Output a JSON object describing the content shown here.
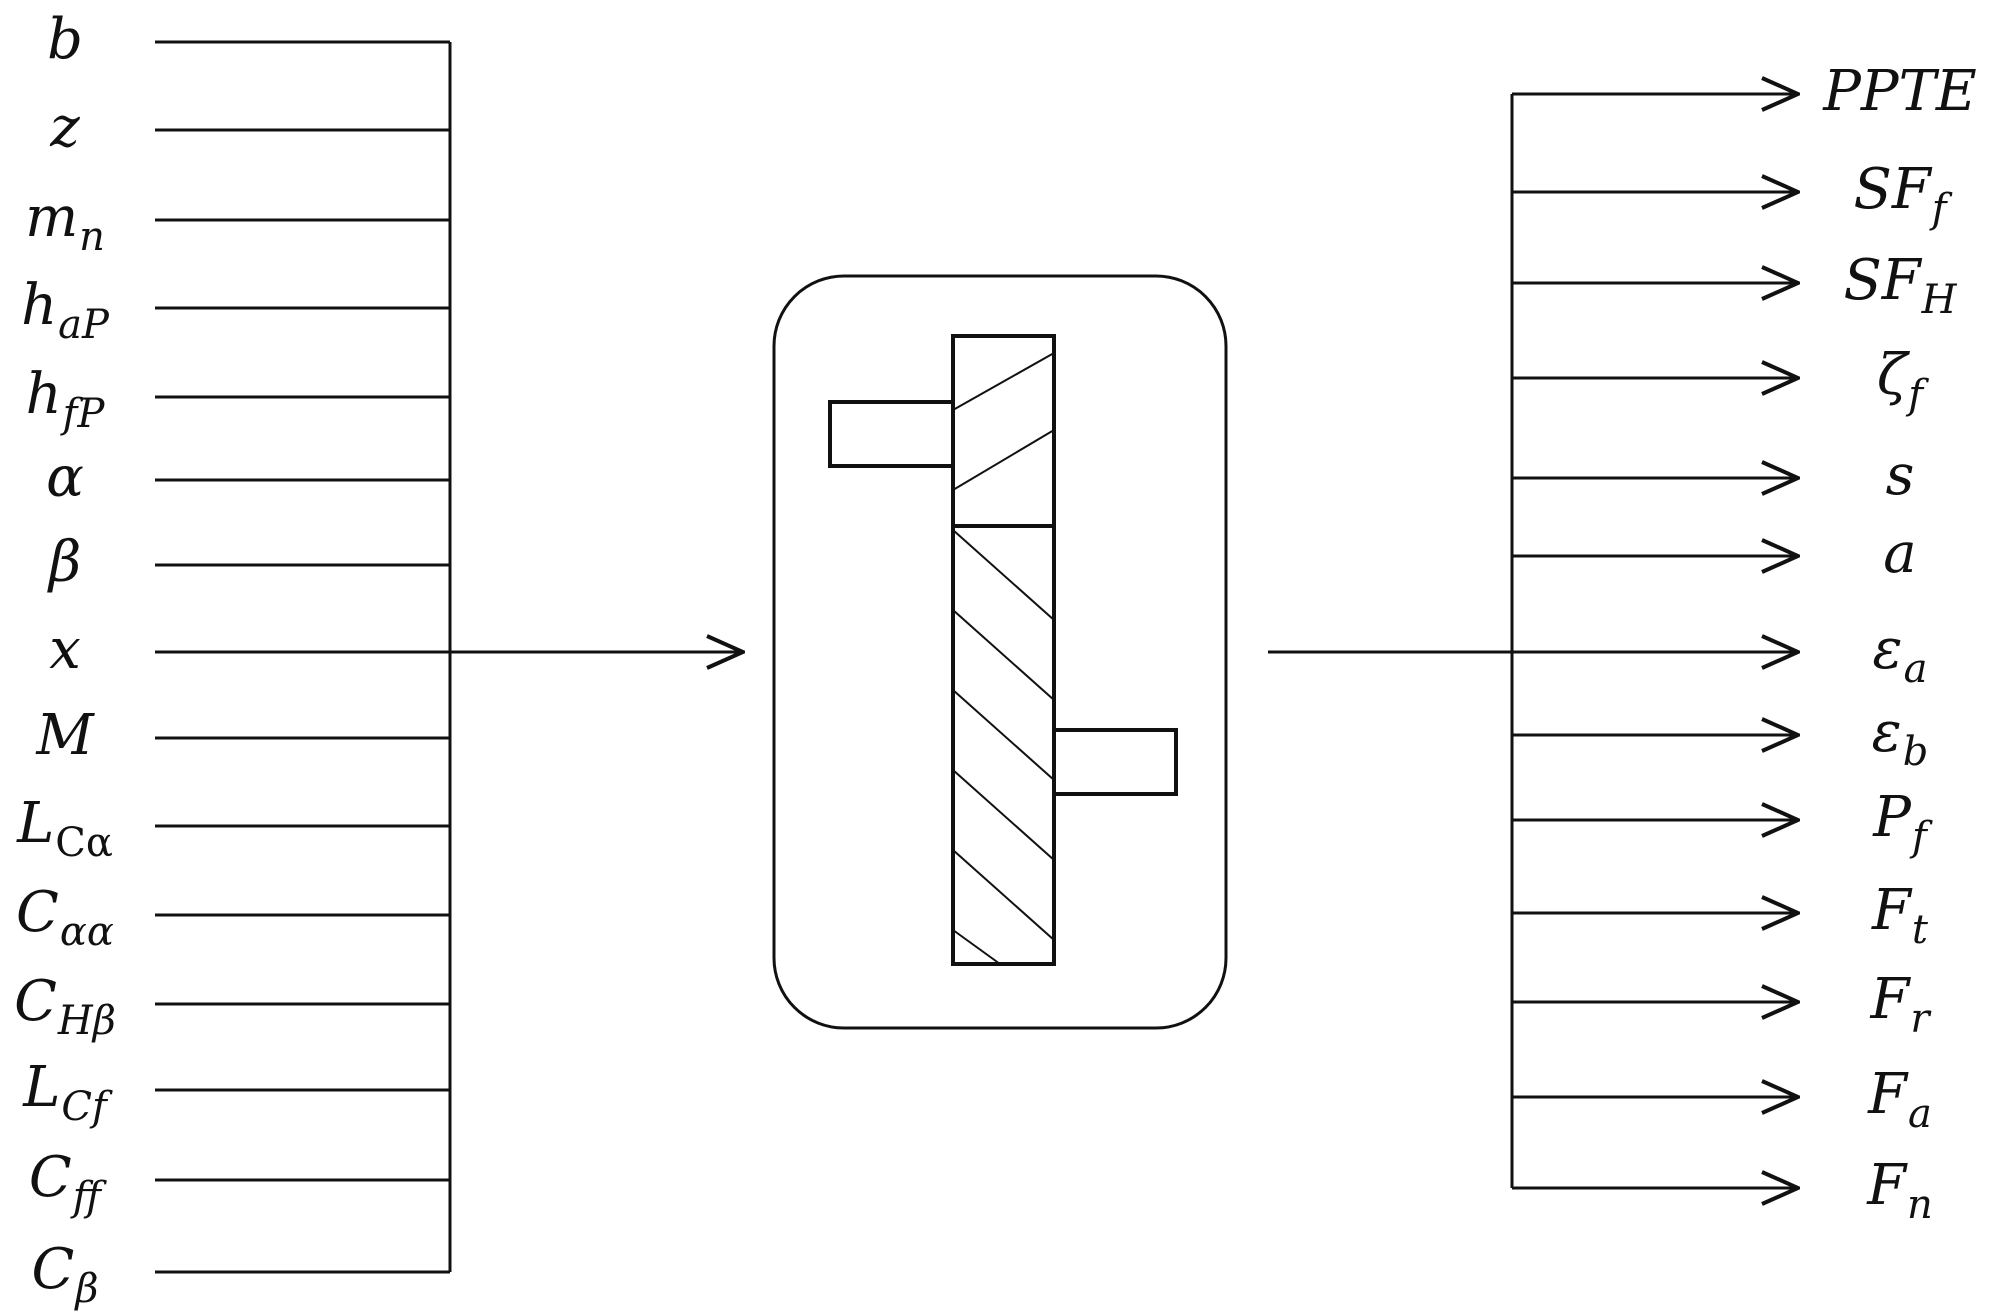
{
  "inputs": [
    {
      "main": "b",
      "sub": ""
    },
    {
      "main": "z",
      "sub": ""
    },
    {
      "main": "m",
      "sub": "n"
    },
    {
      "main": "h",
      "sub": "aP"
    },
    {
      "main": "h",
      "sub": "fP"
    },
    {
      "main": "α",
      "sub": ""
    },
    {
      "main": "β",
      "sub": ""
    },
    {
      "main": "x",
      "sub": ""
    },
    {
      "main": "M",
      "sub": ""
    },
    {
      "main": "L",
      "sub": "Cα"
    },
    {
      "main": "C",
      "sub": "αα"
    },
    {
      "main": "C",
      "sub": "Hβ"
    },
    {
      "main": "L",
      "sub": "Cf"
    },
    {
      "main": "C",
      "sub": "ff"
    },
    {
      "main": "C",
      "sub": "β"
    }
  ],
  "outputs": [
    {
      "main": "PPTE",
      "sub": ""
    },
    {
      "main": "SF",
      "sub": "f"
    },
    {
      "main": "SF",
      "sub": "H"
    },
    {
      "main": "ζ",
      "sub": "f"
    },
    {
      "main": "s",
      "sub": ""
    },
    {
      "main": "a",
      "sub": ""
    },
    {
      "main": "ε",
      "sub": "a"
    },
    {
      "main": "ε",
      "sub": "b"
    },
    {
      "main": "P",
      "sub": "f"
    },
    {
      "main": "F",
      "sub": "t"
    },
    {
      "main": "F",
      "sub": "r"
    },
    {
      "main": "F",
      "sub": "a"
    },
    {
      "main": "F",
      "sub": "n"
    }
  ],
  "colors": {
    "line": "#111111",
    "background": "#ffffff"
  },
  "center_icon": "gear-pair-cross-section-icon"
}
